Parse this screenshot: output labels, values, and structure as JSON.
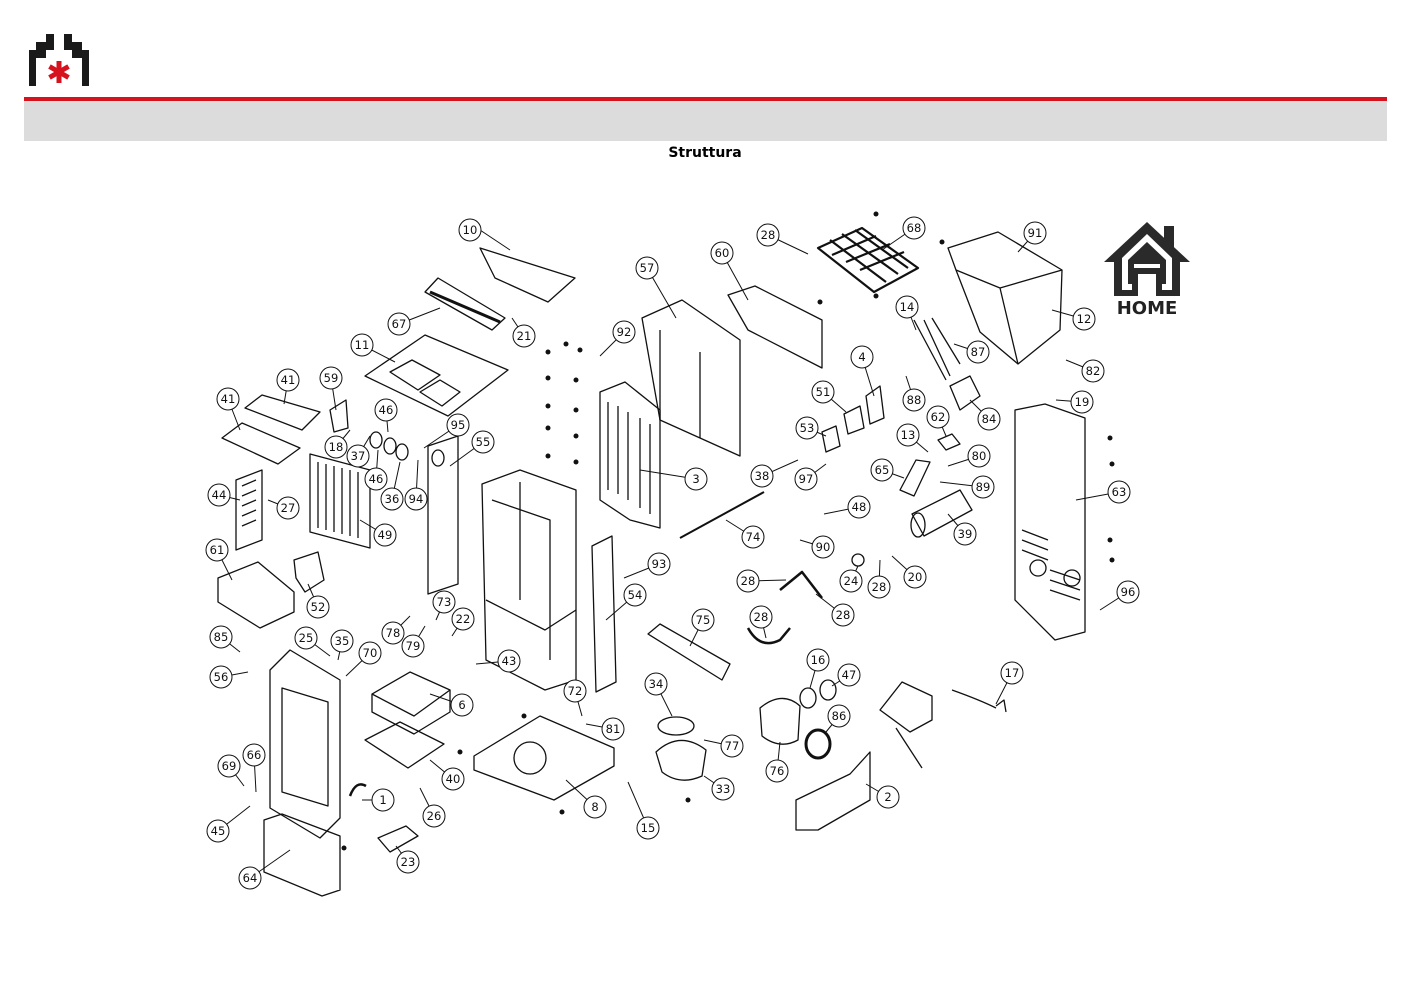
{
  "header": {
    "title": "Struttura",
    "brand_color": "#d6121f",
    "band_color": "#dcdcdc"
  },
  "home_button": {
    "label": "HOME",
    "icon": "house-icon"
  },
  "diagram": {
    "callouts": [
      "10",
      "67",
      "21",
      "11",
      "41",
      "41",
      "59",
      "18",
      "37",
      "46",
      "46",
      "36",
      "95",
      "94",
      "55",
      "44",
      "27",
      "49",
      "61",
      "52",
      "85",
      "56",
      "25",
      "35",
      "70",
      "78",
      "79",
      "73",
      "22",
      "43",
      "6",
      "40",
      "69",
      "66",
      "45",
      "1",
      "26",
      "64",
      "23",
      "57",
      "92",
      "3",
      "93",
      "54",
      "72",
      "81",
      "8",
      "15",
      "60",
      "28",
      "68",
      "14",
      "4",
      "51",
      "53",
      "88",
      "38",
      "97",
      "74",
      "48",
      "90",
      "28",
      "28",
      "28",
      "24",
      "28",
      "20",
      "75",
      "34",
      "77",
      "33",
      "16",
      "47",
      "86",
      "76",
      "2",
      "91",
      "12",
      "87",
      "84",
      "62",
      "13",
      "80",
      "82",
      "19",
      "65",
      "89",
      "39",
      "63",
      "96",
      "17"
    ]
  }
}
